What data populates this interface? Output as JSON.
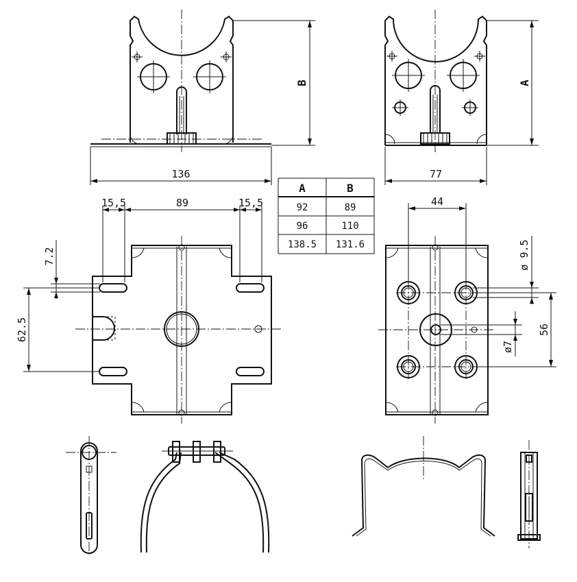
{
  "front_view": {
    "height_label": "B",
    "width_label": "136"
  },
  "side_view": {
    "height_label": "A",
    "width_label": "77"
  },
  "plan_left": {
    "slot_offset_left": "15,5",
    "center_span": "89",
    "slot_offset_right": "15,5",
    "slot_height": "7.2",
    "slot_pitch": "62.5"
  },
  "plan_right": {
    "hole_spacing_x": "44",
    "hole_diameter": "ø 9.5",
    "hole_spacing_y": "56",
    "small_hole": "ø7"
  },
  "dimension_table": {
    "headers": [
      "A",
      "B"
    ],
    "rows": [
      [
        "92",
        "89"
      ],
      [
        "96",
        "110"
      ],
      [
        "138.5",
        "131.6"
      ]
    ]
  }
}
